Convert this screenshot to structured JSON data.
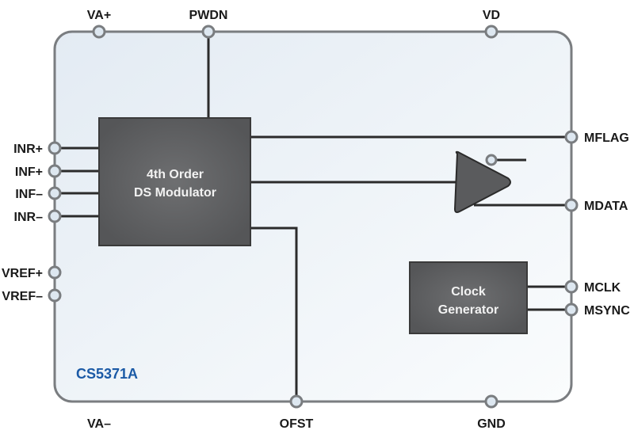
{
  "part_number": "CS5371A",
  "pins": {
    "top": [
      "VA+",
      "PWDN",
      "VD"
    ],
    "bottom": [
      "VA–",
      "OFST",
      "GND"
    ],
    "left": [
      "INR+",
      "INF+",
      "INF–",
      "INR–",
      "VREF+",
      "VREF–"
    ],
    "right": [
      "MFLAG",
      "MDATA",
      "MCLK",
      "MSYNC"
    ]
  },
  "blocks": {
    "modulator": [
      "4th Order",
      "DS Modulator"
    ],
    "clock": [
      "Clock",
      "Generator"
    ]
  },
  "colors": {
    "block": "#5a5b5d",
    "outline": "#7a7d80",
    "part_label": "#1b5aa6"
  }
}
